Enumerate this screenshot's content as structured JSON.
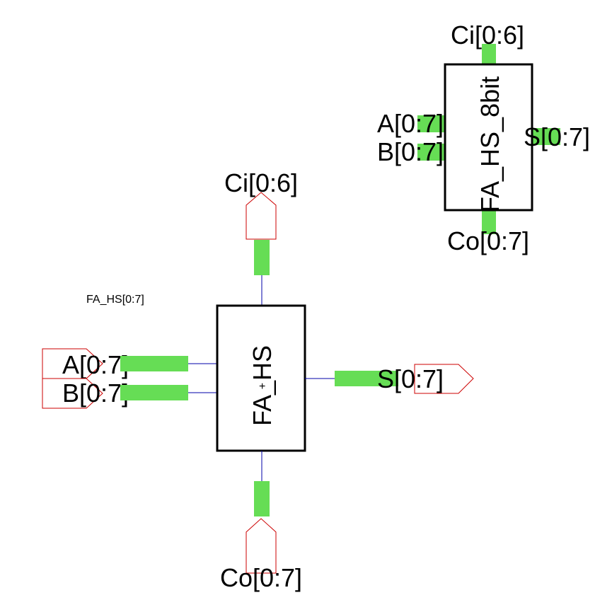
{
  "symbol": {
    "instance_label": "FA_HS_8bit",
    "ports": {
      "ci": "Ci[0:6]",
      "a": "A[0:7]",
      "b": "B[0:7]",
      "s": "S[0:7]",
      "co": "Co[0:7]"
    }
  },
  "schematic": {
    "instance_name": "FA_HS[0:7]",
    "block_label": "FA_HS",
    "ports": {
      "ci": "Ci[0:6]",
      "a": "A[0:7]",
      "b": "B[0:7]",
      "s": "S[0:7]",
      "co": "Co[0:7]"
    }
  },
  "colors": {
    "bus": "#66dd55",
    "wire": "#0000aa",
    "port_outline": "#cc0000",
    "block_outline": "#000000"
  }
}
